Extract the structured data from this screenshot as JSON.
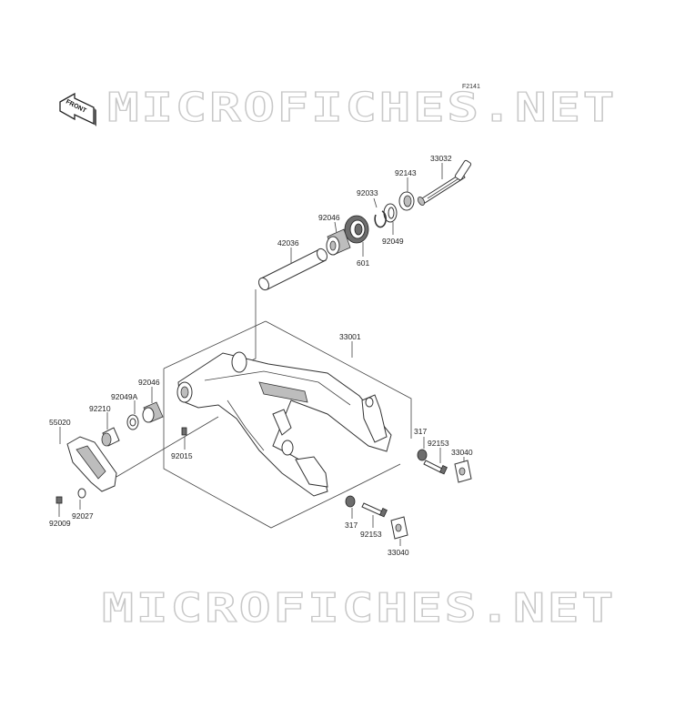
{
  "diagram": {
    "code": "F2141",
    "front_arrow_label": "FRONT",
    "watermark_top": "MICROFICHES.NET",
    "watermark_bottom": "MICROFICHES.NET",
    "part_labels": [
      {
        "id": "33032",
        "text": "33032"
      },
      {
        "id": "92143",
        "text": "92143"
      },
      {
        "id": "92033",
        "text": "92033"
      },
      {
        "id": "92046-top",
        "text": "92046"
      },
      {
        "id": "92049",
        "text": "92049"
      },
      {
        "id": "601",
        "text": "601"
      },
      {
        "id": "42036",
        "text": "42036"
      },
      {
        "id": "33001",
        "text": "33001"
      },
      {
        "id": "92046-left",
        "text": "92046"
      },
      {
        "id": "92049A",
        "text": "92049A"
      },
      {
        "id": "92210",
        "text": "92210"
      },
      {
        "id": "55020",
        "text": "55020"
      },
      {
        "id": "92015",
        "text": "92015"
      },
      {
        "id": "317-right",
        "text": "317"
      },
      {
        "id": "92153-right",
        "text": "92153"
      },
      {
        "id": "33040-right",
        "text": "33040"
      },
      {
        "id": "92027",
        "text": "92027"
      },
      {
        "id": "92009",
        "text": "92009"
      },
      {
        "id": "317-bottom",
        "text": "317"
      },
      {
        "id": "92153-bottom",
        "text": "92153"
      },
      {
        "id": "33040-bottom",
        "text": "33040"
      }
    ]
  }
}
